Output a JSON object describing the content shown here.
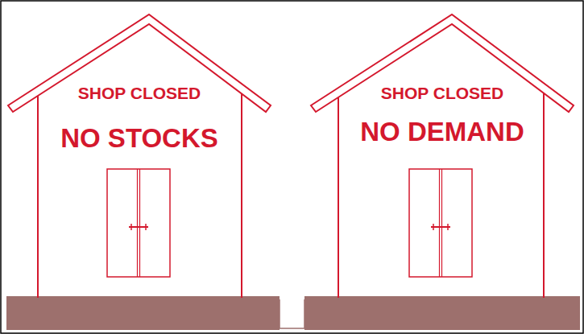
{
  "diagram": {
    "nodes": [
      {
        "text": [
          "SHOP CLOSED",
          "NO STOCKS"
        ]
      },
      {
        "text": [
          "SHOP CLOSED",
          "NO DEMAND"
        ]
      }
    ]
  }
}
